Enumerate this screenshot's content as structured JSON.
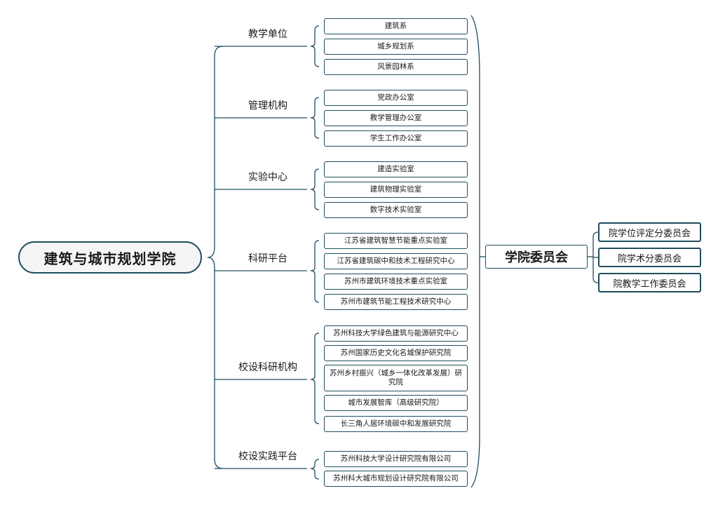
{
  "root": "建筑与城市规划学院",
  "categories": [
    {
      "label": "教学单位",
      "items": [
        "建筑系",
        "城乡规划系",
        "风景园林系"
      ]
    },
    {
      "label": "管理机构",
      "items": [
        "党政办公室",
        "教学管理办公室",
        "学生工作办公室"
      ]
    },
    {
      "label": "实验中心",
      "items": [
        "建造实验室",
        "建筑物理实验室",
        "数字技术实验室"
      ]
    },
    {
      "label": "科研平台",
      "items": [
        "江苏省建筑智慧节能重点实验室",
        "江苏省建筑碳中和技术工程研究中心",
        "苏州市建筑环境技术重点实验室",
        "苏州市建筑节能工程技术研究中心"
      ]
    },
    {
      "label": "校设科研机构",
      "items": [
        "苏州科技大学绿色建筑与能源研究中心",
        "苏州国家历史文化名城保护研究院",
        "苏州乡村振兴（城乡一体化改革发展）研究院",
        "城市发展智库（高级研究院）",
        "长三角人居环境碳中和发展研究院"
      ]
    },
    {
      "label": "校设实践平台",
      "items": [
        "苏州科技大学设计研究院有限公司",
        "苏州科大城市规划设计研究院有限公司"
      ]
    }
  ],
  "committee": {
    "label": "学院委员会",
    "subs": [
      "院学位评定分委员会",
      "院学术分委员会",
      "院教学工作委员会"
    ]
  }
}
